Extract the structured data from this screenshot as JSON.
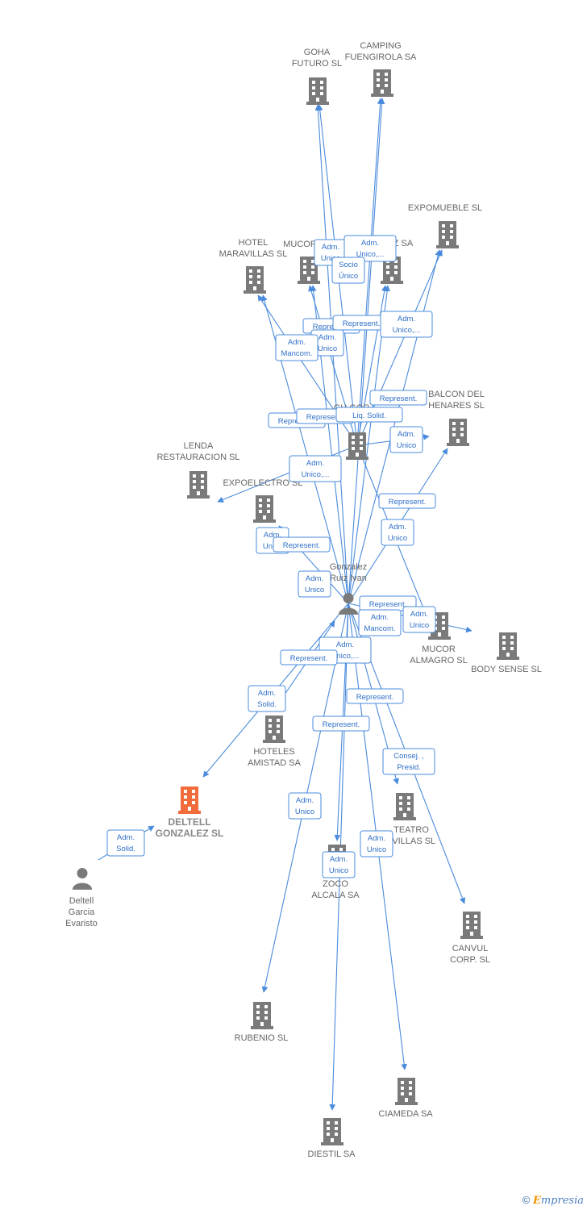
{
  "colors": {
    "edge": "#4a8bdc",
    "company": "#7a7a7a",
    "focus": "#f26b3a",
    "person": "#7a7a7a"
  },
  "nodes": [
    {
      "id": "goha",
      "type": "company",
      "label": [
        "GOHA",
        "FUTURO  SL"
      ]
    },
    {
      "id": "camping",
      "type": "company",
      "label": [
        "CAMPING",
        "FUENGIROLA SA"
      ]
    },
    {
      "id": "expomueble",
      "type": "company",
      "label": [
        "EXPOMUEBLE SL"
      ]
    },
    {
      "id": "hotelmar",
      "type": "company",
      "label": [
        "HOTEL",
        "MARAVILLAS SL"
      ]
    },
    {
      "id": "mucor1",
      "type": "company",
      "label": [
        "MUCOR"
      ]
    },
    {
      "id": "zsa",
      "type": "company",
      "label": [
        "Z SA"
      ]
    },
    {
      "id": "center",
      "type": "company",
      "label": [
        "GH GOR"
      ]
    },
    {
      "id": "balcon",
      "type": "company",
      "label": [
        "BALCON DEL",
        "HENARES SL"
      ]
    },
    {
      "id": "lenda",
      "type": "company",
      "label": [
        "LENDA",
        "RESTAURACION SL"
      ]
    },
    {
      "id": "expoelectro",
      "type": "company",
      "label": [
        "EXPOELECTRO SL"
      ]
    },
    {
      "id": "mucoralm",
      "type": "company",
      "label": [
        "MUCOR",
        "ALMAGRO SL"
      ]
    },
    {
      "id": "bodysense",
      "type": "company",
      "label": [
        "BODY SENSE SL"
      ]
    },
    {
      "id": "hoteles",
      "type": "company",
      "label": [
        "HOTELES",
        "AMISTAD SA"
      ]
    },
    {
      "id": "deltell",
      "type": "focus",
      "label": [
        "DELTELL",
        "GONZALEZ  SL"
      ]
    },
    {
      "id": "teatro",
      "type": "company",
      "label": [
        "TEATRO",
        "AVILLAS SL"
      ]
    },
    {
      "id": "zoco",
      "type": "company",
      "label": [
        "ZOCO",
        "ALCALA SA"
      ]
    },
    {
      "id": "canvul",
      "type": "company",
      "label": [
        "CANVUL",
        "CORP.   SL"
      ]
    },
    {
      "id": "rubenio",
      "type": "company",
      "label": [
        "RUBENIO SL"
      ]
    },
    {
      "id": "ciameda",
      "type": "company",
      "label": [
        "CIAMEDA SA"
      ]
    },
    {
      "id": "diestil",
      "type": "company",
      "label": [
        "DIESTIL SA"
      ]
    },
    {
      "id": "ivan",
      "type": "person",
      "label": [
        "Gonzalez",
        "Ruiz Ivan"
      ]
    },
    {
      "id": "evaristo",
      "type": "person",
      "label": [
        "Deltell",
        "Garcia",
        "Evaristo"
      ]
    }
  ],
  "edge_labels": [
    {
      "id": "l1",
      "text": [
        "Adm.",
        "Unico"
      ]
    },
    {
      "id": "l2",
      "text": [
        "Adm.",
        "Unico,..."
      ]
    },
    {
      "id": "l3",
      "text": [
        "Socio",
        "Único"
      ]
    },
    {
      "id": "l4",
      "text": [
        "Represent."
      ]
    },
    {
      "id": "l5",
      "text": [
        "Represent."
      ]
    },
    {
      "id": "l6",
      "text": [
        "Adm.",
        "Unico"
      ]
    },
    {
      "id": "l7",
      "text": [
        "Adm.",
        "Mancom."
      ]
    },
    {
      "id": "l8",
      "text": [
        "Adm.",
        "Unico,..."
      ]
    },
    {
      "id": "l9",
      "text": [
        "Represent."
      ]
    },
    {
      "id": "l10",
      "text": [
        "Represent."
      ]
    },
    {
      "id": "l11",
      "text": [
        "Represent."
      ]
    },
    {
      "id": "l12",
      "text": [
        "Liq.  Solid."
      ]
    },
    {
      "id": "l13",
      "text": [
        "Adm.",
        "Unico"
      ]
    },
    {
      "id": "l14",
      "text": [
        "Adm.",
        "Unico,..."
      ]
    },
    {
      "id": "l15",
      "text": [
        "Represent."
      ]
    },
    {
      "id": "l16",
      "text": [
        "Adm.",
        "Unico"
      ]
    },
    {
      "id": "l17",
      "text": [
        "Adm.",
        "Unico"
      ]
    },
    {
      "id": "l18",
      "text": [
        "Represent."
      ]
    },
    {
      "id": "l19",
      "text": [
        "Adm.",
        "Unico"
      ]
    },
    {
      "id": "l20",
      "text": [
        "Represent."
      ]
    },
    {
      "id": "l21",
      "text": [
        "Adm.",
        "Mancom."
      ]
    },
    {
      "id": "l22",
      "text": [
        "Adm.",
        "Unico"
      ]
    },
    {
      "id": "l23",
      "text": [
        "Adm.",
        "Unico,..."
      ]
    },
    {
      "id": "l24",
      "text": [
        "Represent."
      ]
    },
    {
      "id": "l25",
      "text": [
        "Adm.",
        "Solid."
      ]
    },
    {
      "id": "l26",
      "text": [
        "Represent."
      ]
    },
    {
      "id": "l27",
      "text": [
        "Represent."
      ]
    },
    {
      "id": "l28",
      "text": [
        "Consej. ,",
        "Presid."
      ]
    },
    {
      "id": "l29",
      "text": [
        "Adm.",
        "Unico"
      ]
    },
    {
      "id": "l30",
      "text": [
        "Adm.",
        "Unico"
      ]
    },
    {
      "id": "l31",
      "text": [
        "Adm.",
        "Unico"
      ]
    },
    {
      "id": "l32",
      "text": [
        "Adm.",
        "Solid."
      ]
    }
  ],
  "footer": {
    "copyright": "©",
    "brand_first": "E",
    "brand_rest": "mpresia"
  }
}
